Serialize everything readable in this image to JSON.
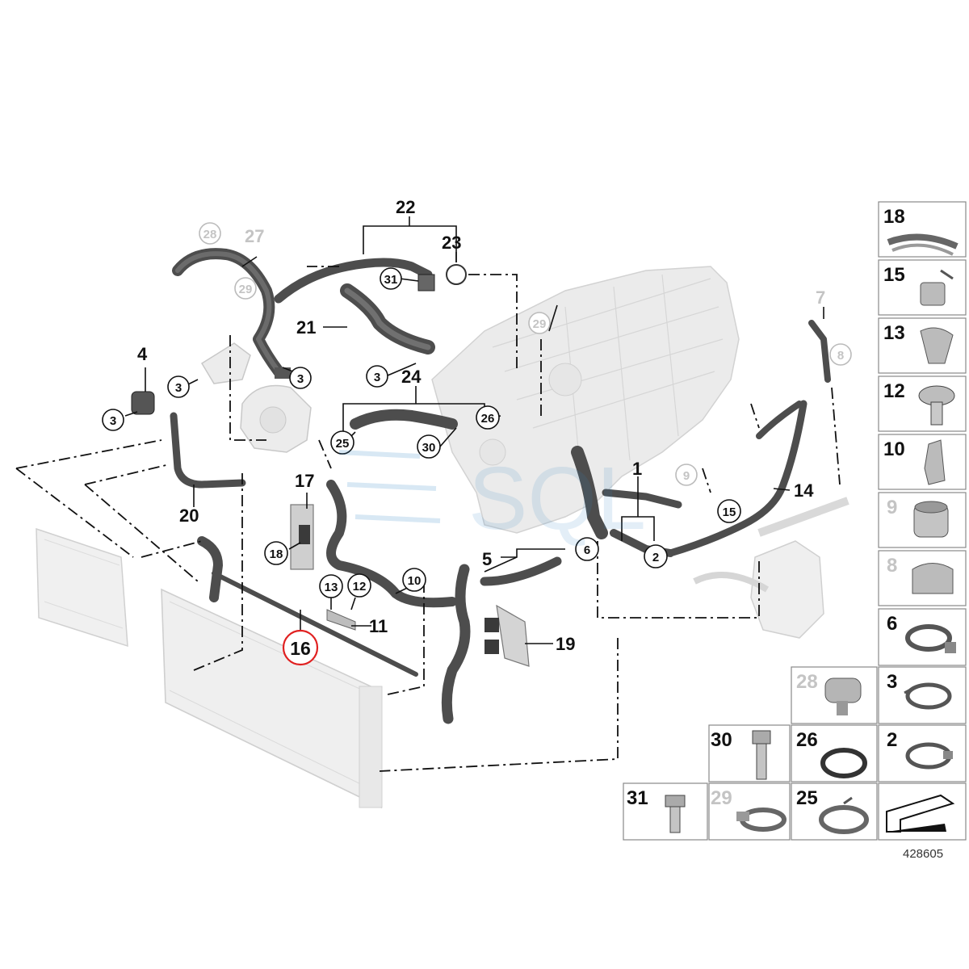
{
  "diagram": {
    "reference_number": "428605",
    "watermark": "SQL",
    "highlighted_part": "16",
    "part_labels": [
      "1",
      "2",
      "3",
      "4",
      "5",
      "6",
      "7",
      "8",
      "9",
      "10",
      "11",
      "12",
      "13",
      "14",
      "15",
      "16",
      "17",
      "18",
      "19",
      "20",
      "21",
      "22",
      "23",
      "24",
      "25",
      "26",
      "27",
      "28",
      "29",
      "30",
      "31"
    ],
    "legend_parts": [
      "18",
      "15",
      "13",
      "12",
      "10",
      "9",
      "8",
      "6",
      "28",
      "3",
      "30",
      "26",
      "2",
      "31",
      "29",
      "25"
    ]
  },
  "colors": {
    "line": "#111111",
    "hose": "#4a4a4a",
    "engine": "#e3e3e3",
    "highlight": "#e02020",
    "faint": "#c4c4c4",
    "watermark": "#2f86c5"
  }
}
